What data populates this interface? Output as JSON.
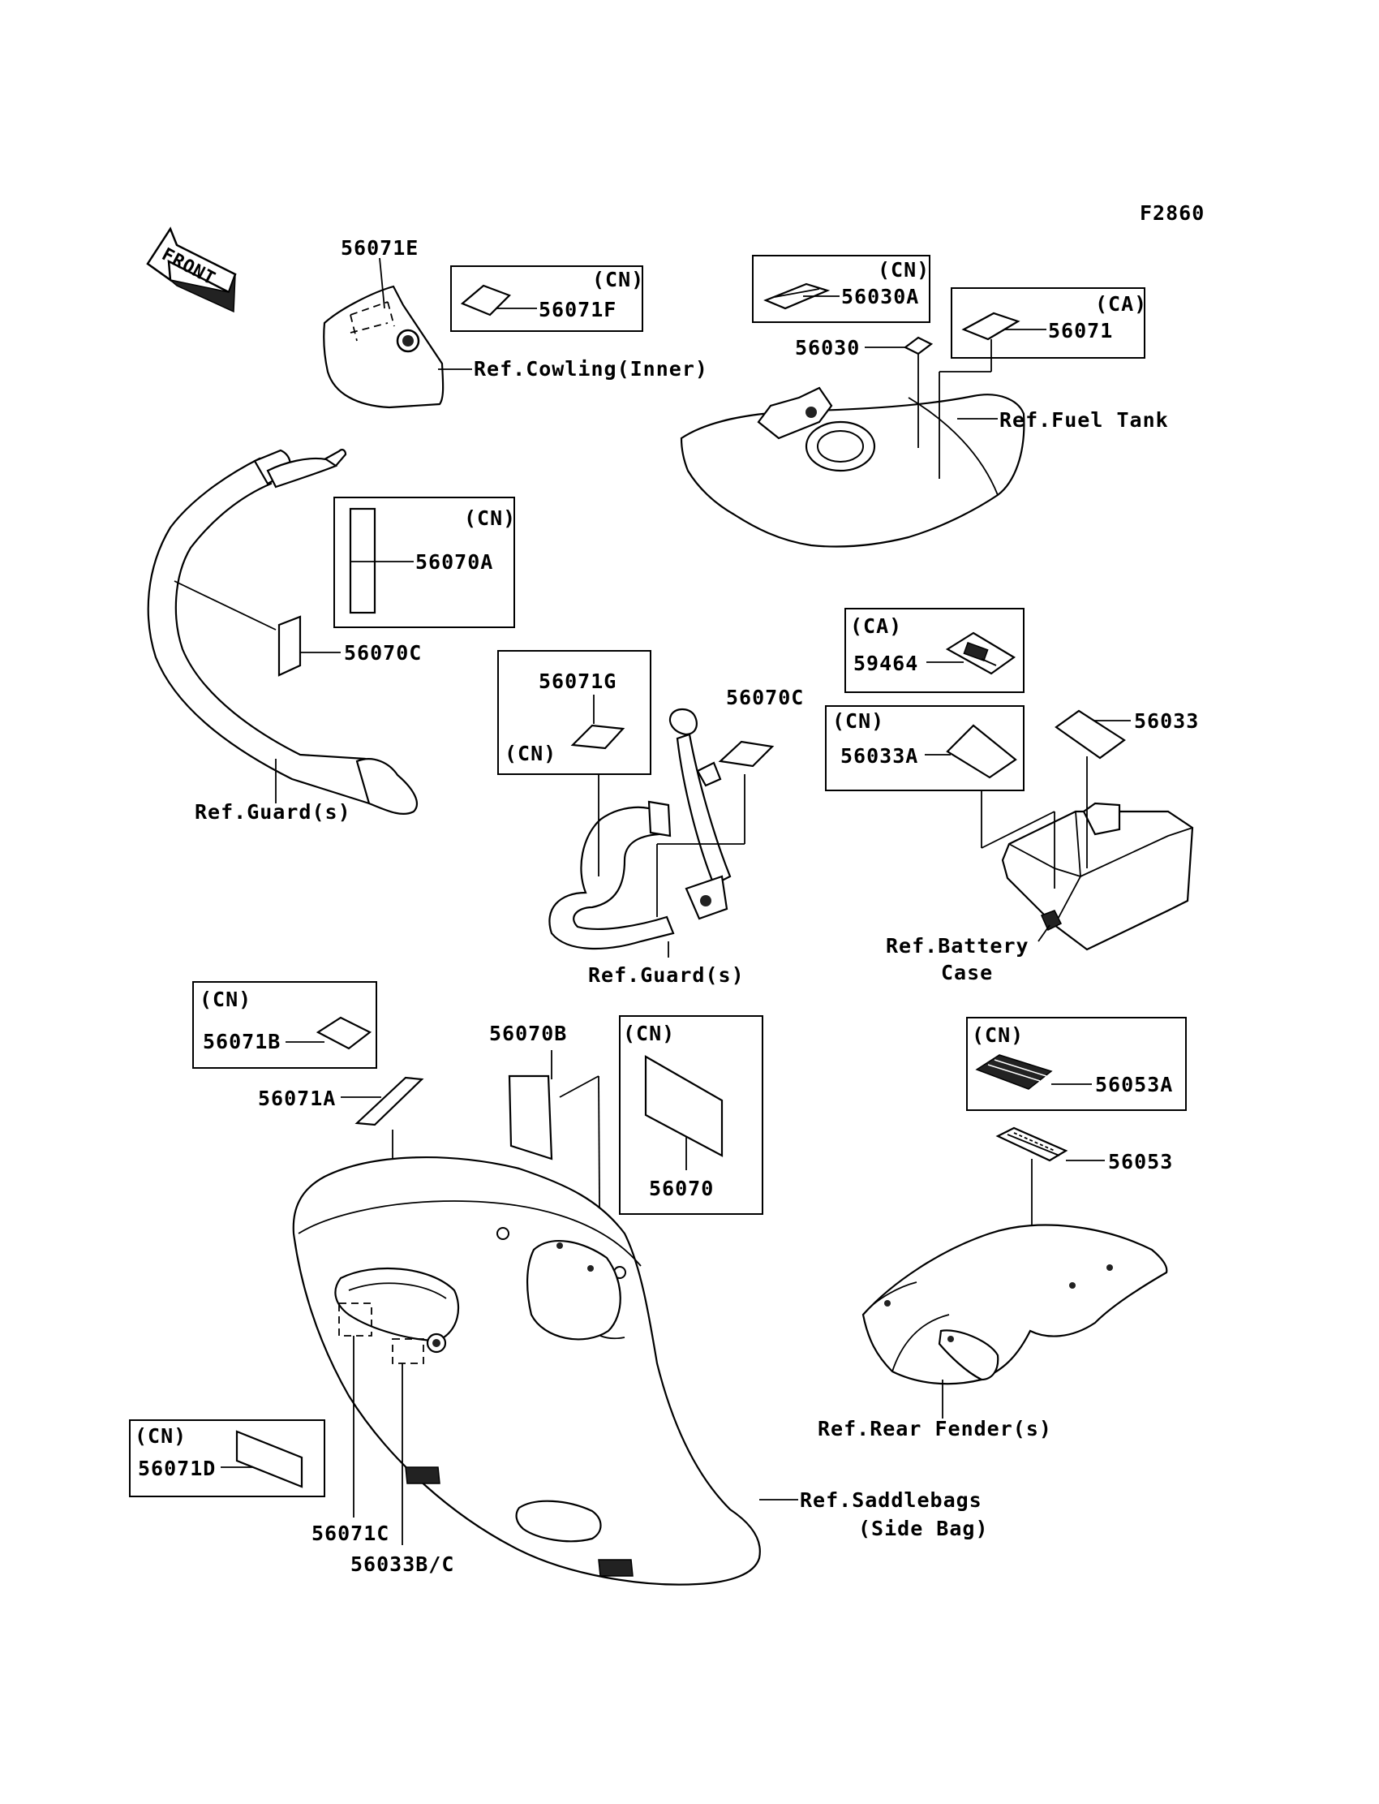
{
  "figure_code": "F2860",
  "front_label": "FRONT",
  "labels": {
    "p56071E": "56071E",
    "p56071F": "56071F",
    "ref_cowling": "Ref.Cowling(Inner)",
    "p56030A": "56030A",
    "p56030": "56030",
    "p56071": "56071",
    "ref_fuel_tank": "Ref.Fuel Tank",
    "p56070A": "56070A",
    "p56070C_left": "56070C",
    "ref_guard_left": "Ref.Guard(s)",
    "p56071G": "56071G",
    "p56070C_mid": "56070C",
    "ref_guard_mid": "Ref.Guard(s)",
    "p59464": "59464",
    "p56033A": "56033A",
    "p56033": "56033",
    "ref_battery_1": "Ref.Battery",
    "ref_battery_2": "Case",
    "p56071B": "56071B",
    "p56071A": "56071A",
    "p56070B": "56070B",
    "p56070": "56070",
    "p56053A": "56053A",
    "p56053": "56053",
    "ref_rear_fender": "Ref.Rear Fender(s)",
    "p56071D": "56071D",
    "p56071C": "56071C",
    "p56033BC": "56033B/C",
    "ref_saddlebags_1": "Ref.Saddlebags",
    "ref_saddlebags_2": "(Side Bag)"
  },
  "region_tags": {
    "cn_56071F": "(CN)",
    "cn_56030A": "(CN)",
    "ca_56071": "(CA)",
    "cn_56070A": "(CN)",
    "cn_56071G": "(CN)",
    "ca_59464": "(CA)",
    "cn_56033A": "(CN)",
    "cn_56071B": "(CN)",
    "cn_56070": "(CN)",
    "cn_56053A": "(CN)",
    "cn_56071D": "(CN)"
  }
}
